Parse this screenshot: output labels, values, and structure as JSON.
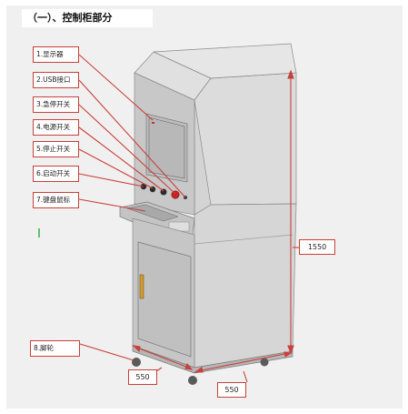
{
  "heading": "（一）、控制柜部分",
  "labels": {
    "display": "1.显示器",
    "usb": "2.USB接口",
    "estop": "3.急停开关",
    "power": "4.电源开关",
    "stop": "5.停止开关",
    "start": "6.启动开关",
    "keyboard": "7.键盘鼠标",
    "caster": "8.脚轮"
  },
  "dimensions": {
    "height": "1550",
    "depth": "550",
    "width": "550"
  },
  "colors": {
    "annotation": "#c8403a",
    "cabinet_front": "#c9c9c9",
    "cabinet_side": "#d3d3d3",
    "background": "#f0f0f0"
  }
}
